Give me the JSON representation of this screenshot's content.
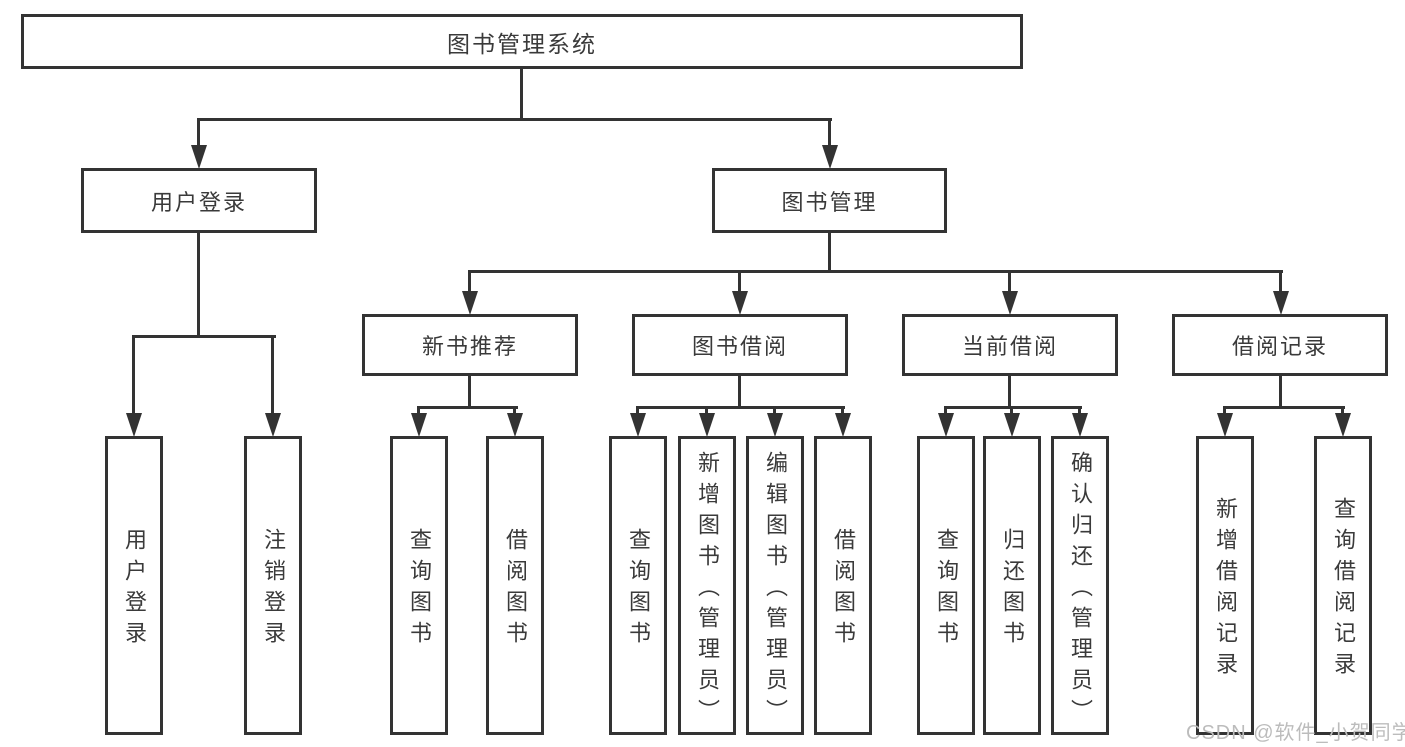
{
  "tree": {
    "label": "图书管理系统",
    "children": [
      {
        "label": "用户登录",
        "children": [
          {
            "label": "用户登录"
          },
          {
            "label": "注销登录"
          }
        ]
      },
      {
        "label": "图书管理",
        "children": [
          {
            "label": "新书推荐",
            "children": [
              {
                "label": "查询图书"
              },
              {
                "label": "借阅图书"
              }
            ]
          },
          {
            "label": "图书借阅",
            "children": [
              {
                "label": "查询图书"
              },
              {
                "label": "新增图书（管理员）"
              },
              {
                "label": "编辑图书（管理员）"
              },
              {
                "label": "借阅图书"
              }
            ]
          },
          {
            "label": "当前借阅",
            "children": [
              {
                "label": "查询图书"
              },
              {
                "label": "归还图书"
              },
              {
                "label": "确认归还（管理员）"
              }
            ]
          },
          {
            "label": "借阅记录",
            "children": [
              {
                "label": "新增借阅记录"
              },
              {
                "label": "查询借阅记录"
              }
            ]
          }
        ]
      }
    ]
  },
  "watermark": {
    "text": "CSDN @软件_小贺同学"
  },
  "colors": {
    "line": "#333333",
    "text": "#3a3a3a",
    "background": "#ffffff",
    "watermark": "#bcbcbc"
  }
}
